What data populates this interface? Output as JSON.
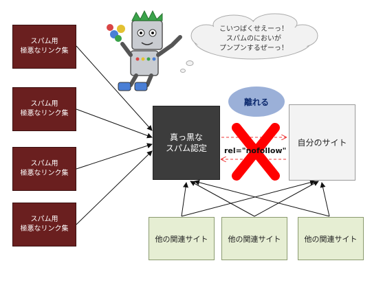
{
  "spam_sites": [
    {
      "label": "スパム用\n極悪なリンク集"
    },
    {
      "label": "スパム用\n極悪なリンク集"
    },
    {
      "label": "スパム用\n極悪なリンク集"
    },
    {
      "label": "スパム用\n極悪なリンク集"
    }
  ],
  "black_site": {
    "label": "真っ黒な\nスパム認定"
  },
  "my_site": {
    "label": "自分のサイト"
  },
  "related_sites": [
    {
      "label": "他の関連サイト"
    },
    {
      "label": "他の関連サイト"
    },
    {
      "label": "他の関連サイト"
    }
  ],
  "separate_bubble": {
    "label": "離れる"
  },
  "nofollow_label": "rel=\"nofollow\"",
  "speech_cloud": {
    "text": "こいつばくせえーっ！\nスパムのにおいが\nプンプンするぜーっ！"
  },
  "colors": {
    "spam": "#6a1f1f",
    "black": "#3c3c3c",
    "cross": "#ff0000",
    "related": "#e6eed3",
    "bubble": "#9bb0d8"
  },
  "icons": [
    "robot-mascot-icon",
    "red-x-mark-icon",
    "thought-cloud-icon"
  ]
}
